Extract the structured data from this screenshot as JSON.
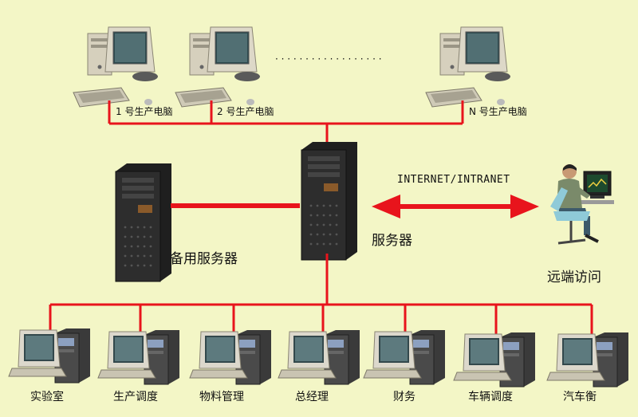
{
  "production_pcs": {
    "pc1_label": "1 号生产电脑",
    "pc2_label": "2 号生产电脑",
    "pcN_label": "N 号生产电脑",
    "ellipsis": "· · · · · · · · · · · · · · · · · ·"
  },
  "servers": {
    "main_label": "服务器",
    "backup_label": "备用服务器"
  },
  "network": {
    "link_label": "INTERNET/INTRANET"
  },
  "remote": {
    "label": "远端访问"
  },
  "departments": [
    {
      "label": "实验室"
    },
    {
      "label": "生产调度"
    },
    {
      "label": "物料管理"
    },
    {
      "label": "总经理"
    },
    {
      "label": "财务"
    },
    {
      "label": "车辆调度"
    },
    {
      "label": "汽车衡"
    }
  ],
  "colors": {
    "background": "#f3f6c6",
    "link_line": "#e8141c",
    "server_body": "#2a2a2a",
    "monitor_beige": "#d9d4c4"
  },
  "icons": {
    "production_pc": "desktop-pc-icon",
    "server": "tower-server-icon",
    "workstation": "workstation-icon",
    "remote_user": "remote-user-icon"
  }
}
